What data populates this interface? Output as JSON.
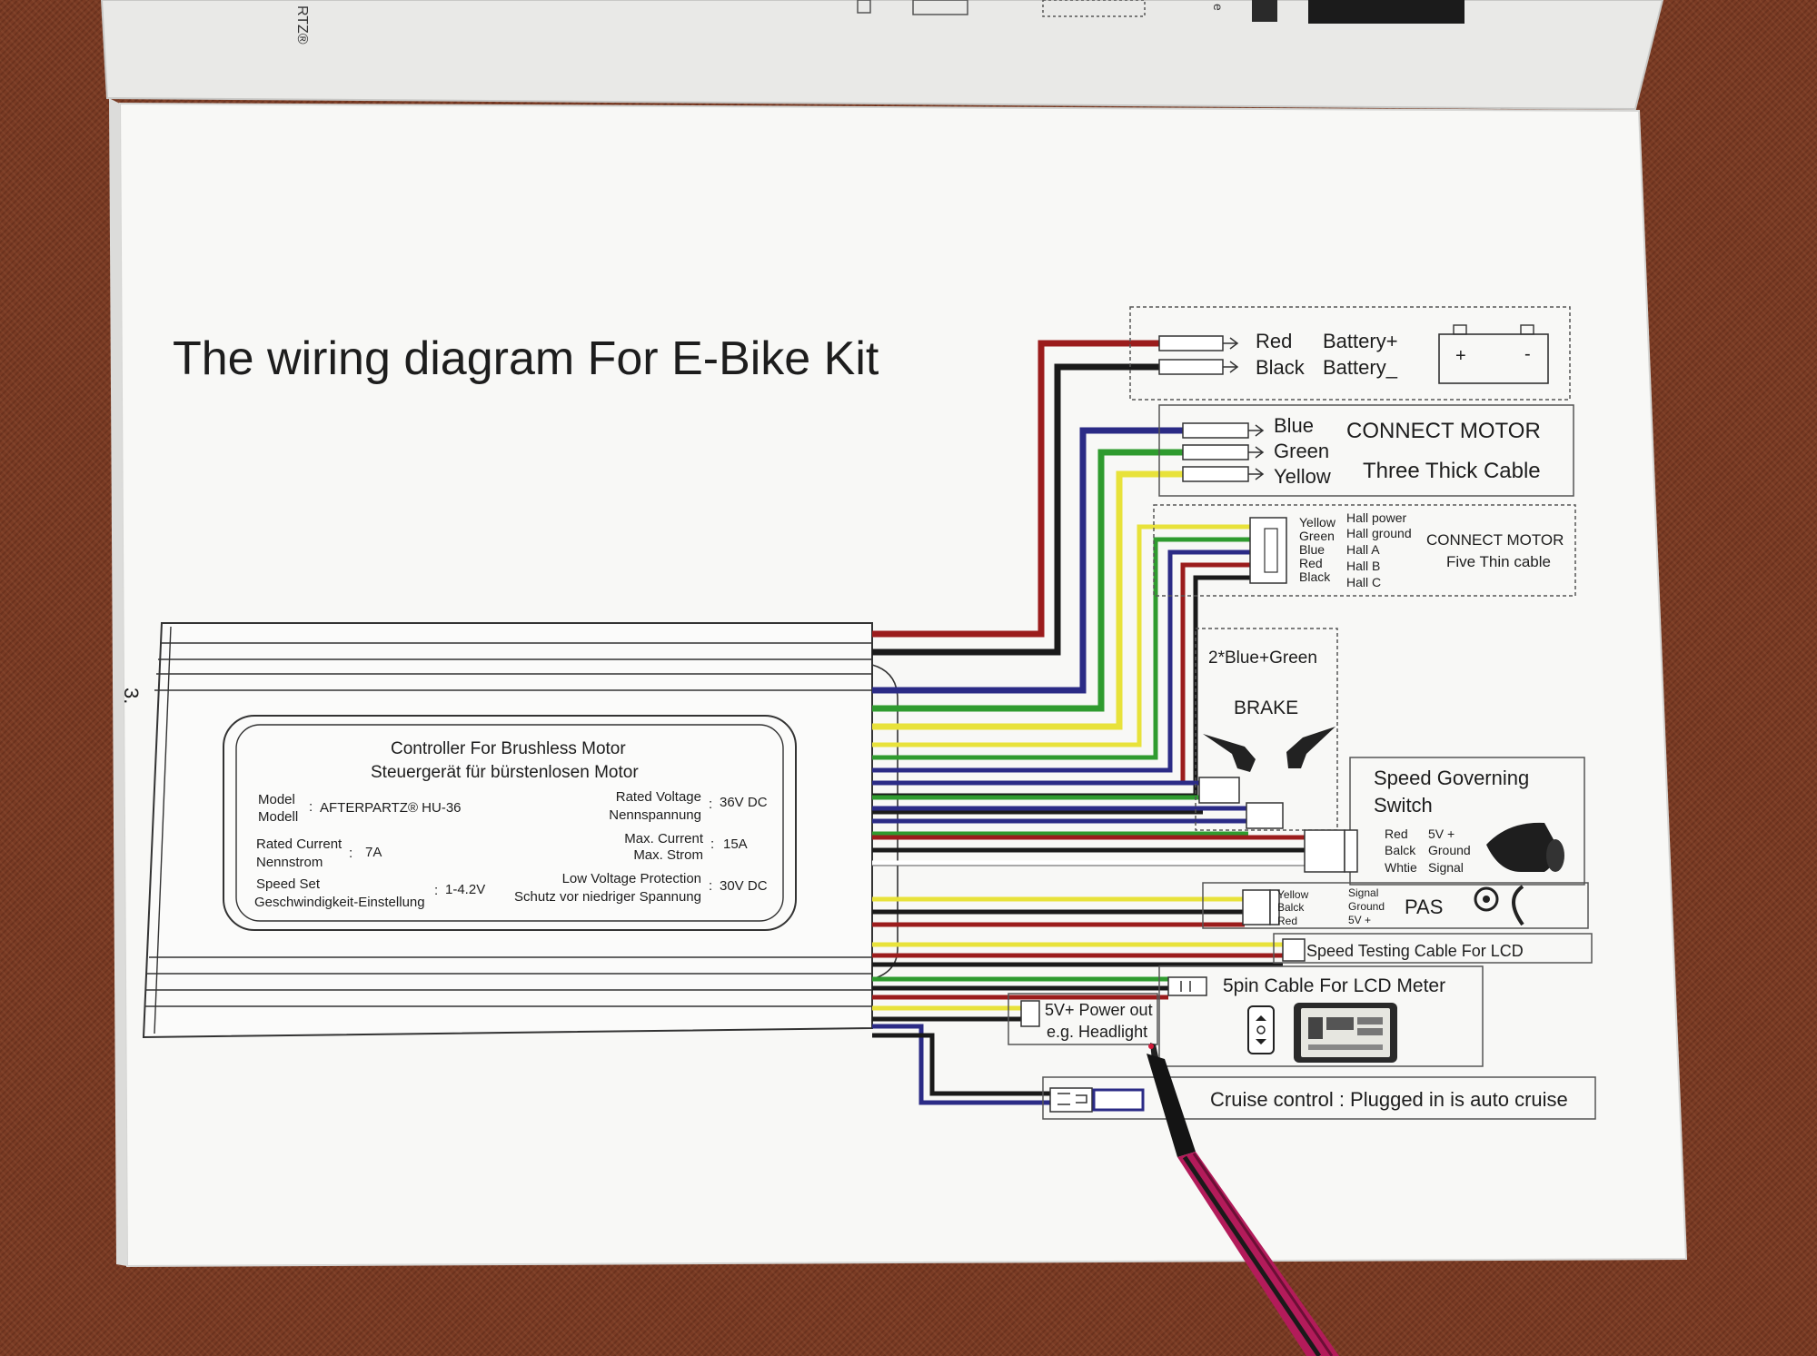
{
  "title": "The wiring diagram For E-Bike Kit",
  "page_number": "3.",
  "top_logo_fragment": "RTZ®",
  "top_fragment_e": "e",
  "controller": {
    "heading_en": "Controller For Brushless Motor",
    "heading_de": "Steuergerät für bürstenlosen Motor",
    "specs": {
      "model_label_en": "Model",
      "model_label_de": "Modell",
      "model_value": "AFTERPARTZ® HU-36",
      "rated_current_label_en": "Rated Current",
      "rated_current_label_de": "Nennstrom",
      "rated_current_value": "7A",
      "speed_set_label_en": "Speed Set",
      "speed_set_label_de": "Geschwindigkeit-Einstellung",
      "speed_set_value": "1-4.2V",
      "rated_voltage_label_en": "Rated Voltage",
      "rated_voltage_label_de": "Nennspannung",
      "rated_voltage_value": "36V DC",
      "max_current_label_en": "Max. Current",
      "max_current_label_de": "Max. Strom",
      "max_current_value": "15A",
      "low_voltage_label_en": "Low Voltage Protection",
      "low_voltage_label_de": "Schutz vor niedriger Spannung",
      "low_voltage_value": "30V DC",
      "colon": ":"
    }
  },
  "battery": {
    "wire1": "Red",
    "wire2": "Black",
    "label1": "Battery+",
    "label2": "Battery_",
    "plus": "+",
    "minus": "-"
  },
  "motor_thick": {
    "wires": [
      "Blue",
      "Green",
      "Yellow"
    ],
    "label1": "CONNECT MOTOR",
    "label2": "Three Thick Cable"
  },
  "motor_thin": {
    "wires": [
      "Yellow",
      "Green",
      "Blue",
      "Red",
      "Black"
    ],
    "signals": [
      "Hall power",
      "Hall ground",
      "Hall A",
      "Hall B",
      "Hall C"
    ],
    "label1": "CONNECT MOTOR",
    "label2": "Five Thin cable"
  },
  "brake": {
    "label1": "2*Blue+Green",
    "label2": "BRAKE"
  },
  "speed_switch": {
    "title1": "Speed Governing",
    "title2": "Switch",
    "wires": [
      "Red",
      "Balck",
      "Whtie"
    ],
    "signals": [
      "5V +",
      "Ground",
      "Signal"
    ]
  },
  "pas": {
    "wires": [
      "Yellow",
      "Balck",
      "Red"
    ],
    "signals": [
      "Signal",
      "Ground",
      "5V +"
    ],
    "label": "PAS"
  },
  "speed_test": {
    "label": "Speed Testing Cable For LCD"
  },
  "lcd": {
    "label": "5pin Cable For LCD Meter"
  },
  "power_out": {
    "label1": "5V+ Power out",
    "label2": "e.g. Headlight"
  },
  "cruise": {
    "label": "Cruise control :  Plugged in is auto cruise"
  },
  "colors": {
    "red_wire": "#9b1c1c",
    "black_wire": "#1a1a1a",
    "blue_wire": "#2b2b86",
    "green_wire": "#2f9b2f",
    "yellow_wire": "#e8e23a",
    "white_wire": "#f4f4f4",
    "paper": "#f8f8f6",
    "pen_body": "#b31b5a"
  }
}
